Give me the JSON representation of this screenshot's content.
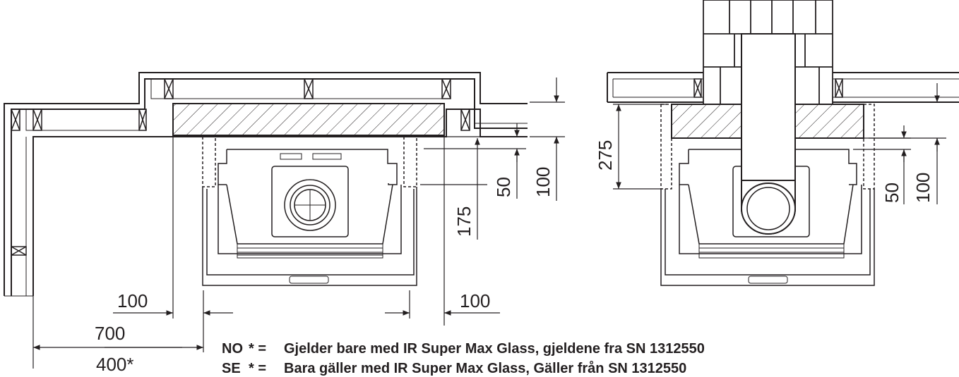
{
  "left_view": {
    "dim_left_clearance": "100",
    "dim_right_clearance": "100",
    "dim_side_wall_a": "700",
    "dim_side_wall_b": "400*",
    "dim_top_gap": "50",
    "dim_top_total": "100",
    "dim_front_depth": "175"
  },
  "right_view": {
    "dim_chimney": "275",
    "dim_top_gap": "50",
    "dim_top_total": "100"
  },
  "notes": [
    {
      "lang": "NO",
      "marker": "* =",
      "text": "Gjelder bare med IR Super Max Glass, gjeldene fra SN 1312550"
    },
    {
      "lang": "SE",
      "marker": "* =",
      "text": "Bara gäller med IR Super Max Glass, Gäller från SN 1312550"
    }
  ],
  "colors": {
    "line": "#231f20",
    "background": "#ffffff"
  }
}
